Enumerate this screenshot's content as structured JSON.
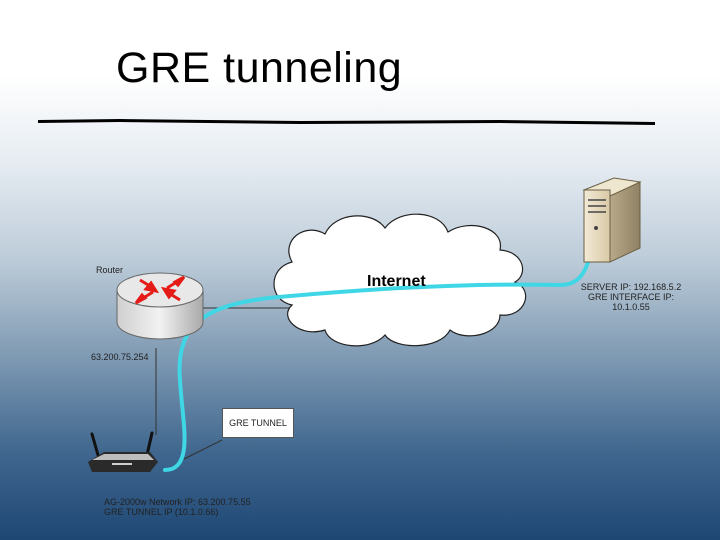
{
  "title": "GRE tunneling",
  "cloud_label": "Internet",
  "router": {
    "label": "Router",
    "ip": "63.200.75.254"
  },
  "server": {
    "line1": "SERVER IP: 192.168.5.2",
    "line2": "GRE INTERFACE IP:",
    "line3": "10.1.0.55"
  },
  "tunnel_callout": "GRE TUNNEL",
  "client": {
    "line1": "AG-2000w Network IP: 63.200.75.55",
    "line2": "GRE TUNNEL IP (10.1.0.66)"
  },
  "colors": {
    "tunnel": "#3fd6e6",
    "router_arrows": "#e41b17",
    "title_rule": "#000000"
  }
}
